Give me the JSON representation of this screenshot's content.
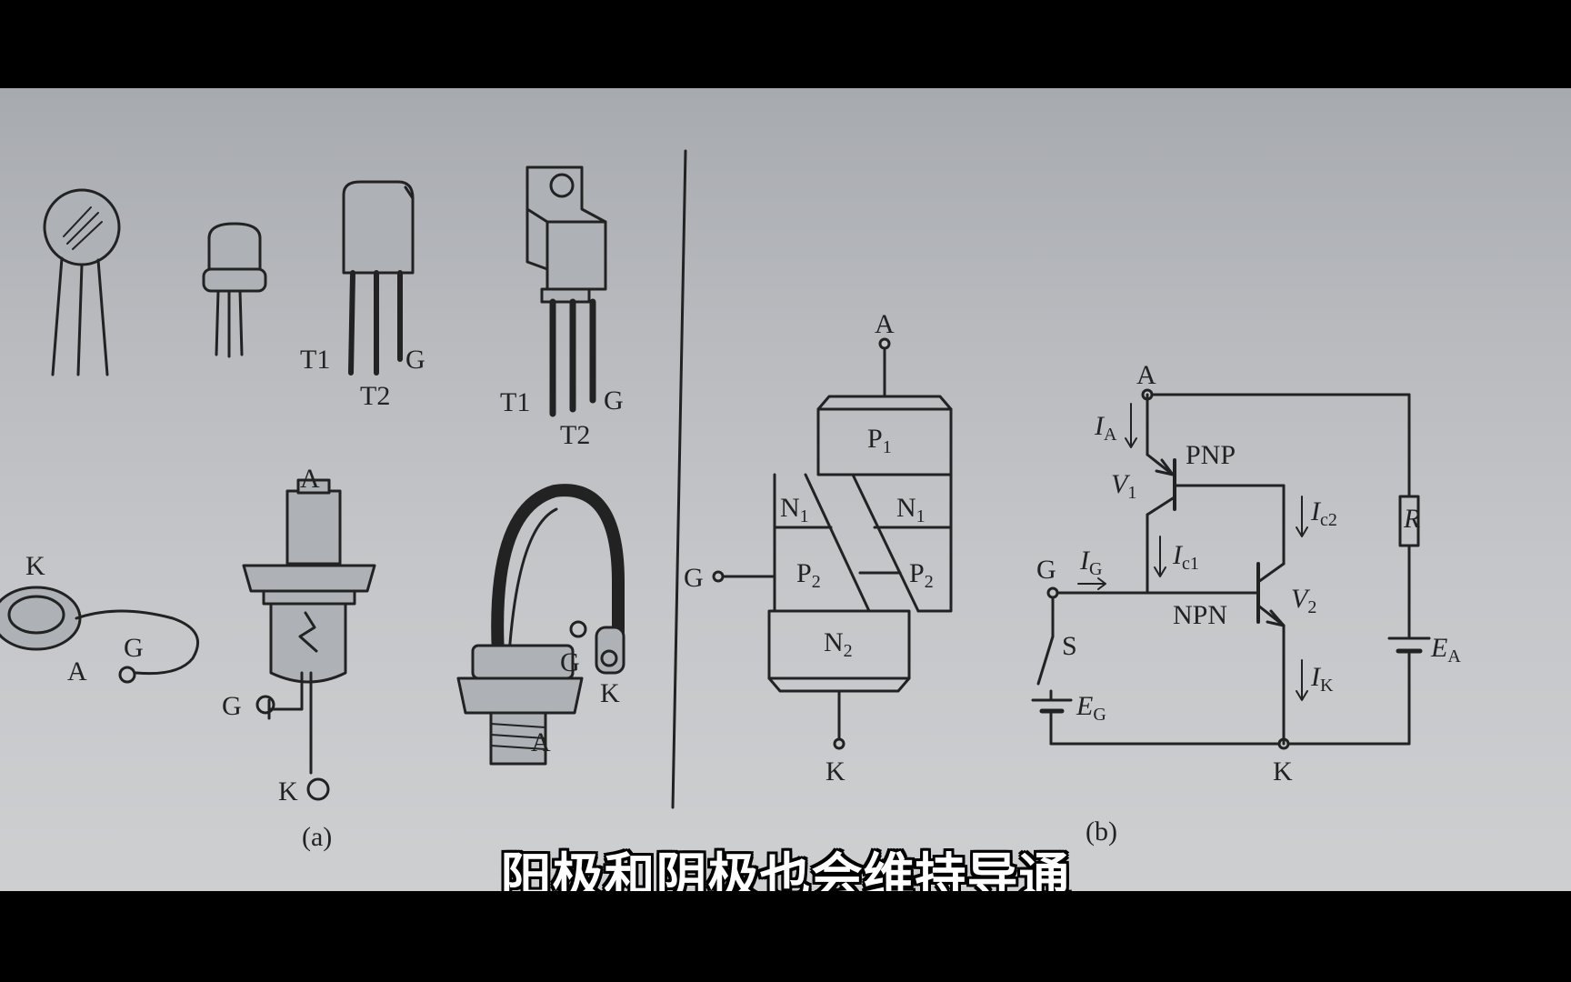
{
  "subtitle": "阳极和阴极也会维持导通",
  "figure_a": {
    "caption": "(a)",
    "triac_small": {
      "t1": "T1",
      "t2": "T2",
      "g": "G"
    },
    "triac_large": {
      "t1": "T1",
      "t2": "T2",
      "g": "G"
    },
    "ring_scr": {
      "k": "K",
      "a": "A",
      "g": "G"
    },
    "stud_scr": {
      "a": "A",
      "g": "G",
      "k": "K"
    },
    "wired_scr": {
      "g": "G",
      "k": "K",
      "a": "A"
    }
  },
  "structure": {
    "anode": "A",
    "gate": "G",
    "cathode": "K",
    "layers": {
      "p1": "P",
      "p1_sub": "1",
      "n1": "N",
      "n1_sub": "1",
      "p2": "P",
      "p2_sub": "2",
      "n2": "N",
      "n2_sub": "2"
    }
  },
  "figure_b": {
    "caption": "(b)",
    "anode": "A",
    "gate": "G",
    "cathode": "K",
    "switch": "S",
    "pnp": "PNP",
    "npn": "NPN",
    "v1": "V",
    "v1_sub": "1",
    "v2": "V",
    "v2_sub": "2",
    "ia": "I",
    "ia_sub": "A",
    "ig": "I",
    "ig_sub": "G",
    "ic1": "I",
    "ic1_sub": "c1",
    "ic2": "I",
    "ic2_sub": "c2",
    "ik": "I",
    "ik_sub": "K",
    "r": "R",
    "ea": "E",
    "ea_sub": "A",
    "eg": "E",
    "eg_sub": "G"
  },
  "colors": {
    "ink": "#222222",
    "paper": "#c4c6c9",
    "subtitle_text": "#ffffff"
  }
}
